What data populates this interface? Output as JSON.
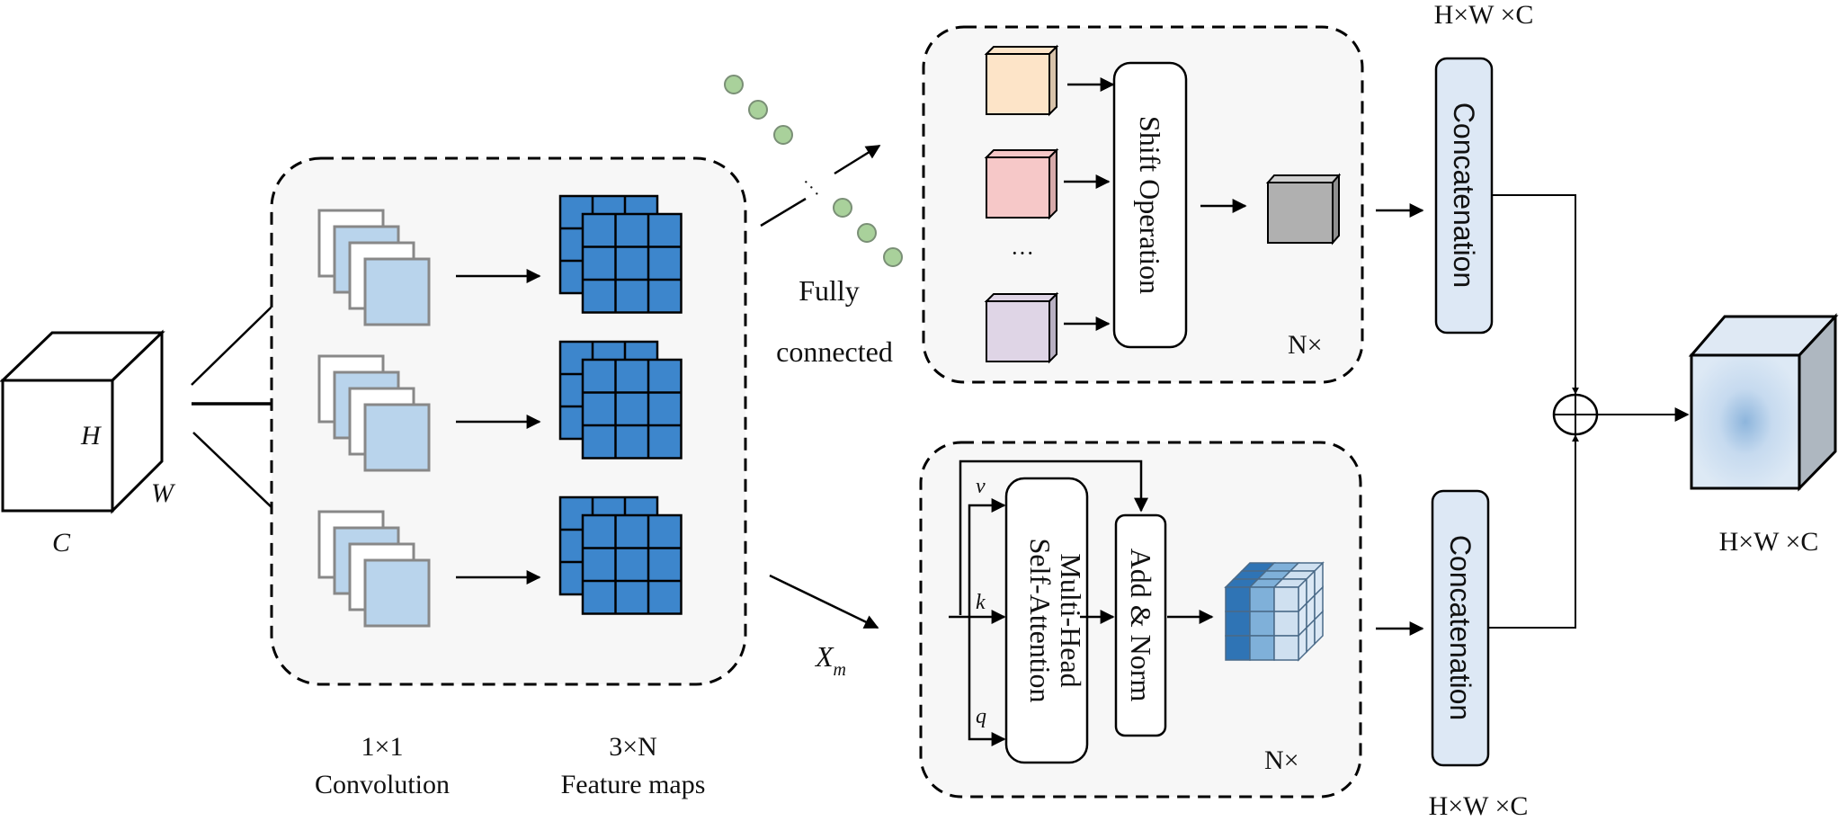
{
  "input_cube": {
    "label_h": "H",
    "label_w": "W",
    "label_c": "C"
  },
  "conv_block": {
    "conv_label_line1": "1×1",
    "conv_label_line2": "Convolution",
    "fmap_label_line1": "3×N",
    "fmap_label_line2": "Feature maps",
    "branches": 3
  },
  "fully_connected": {
    "label_line1": "Fully",
    "label_line2": "connected",
    "node_color": "#a9d19b",
    "ellipsis": "⋱"
  },
  "shift_block": {
    "title": "Shift Operation",
    "repeat": "N×",
    "ellipsis": "···",
    "cube_colors": [
      "#fde4c8",
      "#f6c8c8",
      "#dfd5e6"
    ],
    "output_cube_color": "#b0b0b0"
  },
  "attention_block": {
    "input_label": "X",
    "input_label_sub": "m",
    "v_label": "v",
    "k_label": "k",
    "q_label": "q",
    "mhsa_line1": "Multi-Head",
    "mhsa_line2": "Self-Attention",
    "add_norm": "Add & Norm",
    "repeat": "N×"
  },
  "concat_top": {
    "label": "Concatenation",
    "dim": "H×W ×C"
  },
  "concat_bottom": {
    "label": "Concatenation",
    "dim": "H×W ×C"
  },
  "output": {
    "dim": "H×W ×C"
  },
  "colors": {
    "panel_bg": "#f7f7f7",
    "concat_fill": "#dde8f5",
    "feature_blue": "#3d86cc",
    "filter_light": "#b9d4ec"
  }
}
